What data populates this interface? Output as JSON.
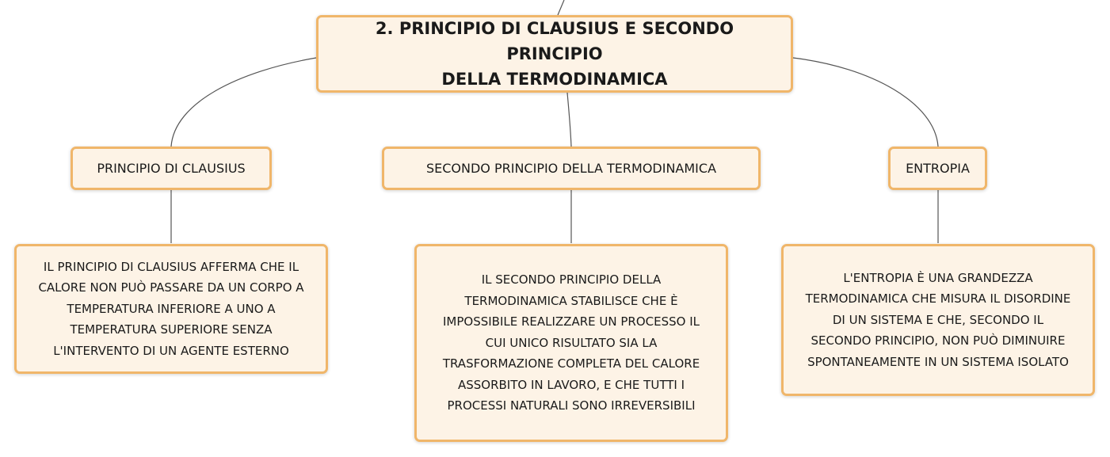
{
  "root": {
    "title": "2. PRINCIPIO DI CLAUSIUS E SECONDO PRINCIPIO\nDELLA TERMODINAMICA"
  },
  "topics": [
    {
      "label": "PRINCIPIO DI CLAUSIUS",
      "detail": "IL PRINCIPIO DI CLAUSIUS AFFERMA CHE IL\nCALORE NON PUÒ PASSARE DA UN CORPO A\nTEMPERATURA INFERIORE A UNO A\nTEMPERATURA SUPERIORE SENZA\nL'INTERVENTO DI UN AGENTE ESTERNO"
    },
    {
      "label": "SECONDO PRINCIPIO DELLA TERMODINAMICA",
      "detail": "IL SECONDO PRINCIPIO DELLA\nTERMODINAMICA STABILISCE CHE È\nIMPOSSIBILE REALIZZARE UN PROCESSO IL\nCUI UNICO RISULTATO SIA LA\nTRASFORMAZIONE COMPLETA DEL CALORE\nASSORBITO IN LAVORO, E CHE TUTTI I\nPROCESSI NATURALI SONO IRREVERSIBILI"
    },
    {
      "label": "ENTROPIA",
      "detail": "L'ENTROPIA È UNA GRANDEZZA\nTERMODINAMICA CHE MISURA IL DISORDINE\nDI UN SISTEMA E CHE, SECONDO IL\nSECONDO PRINCIPIO, NON PUÒ DIMINUIRE\nSPONTANEAMENTE IN UN SISTEMA ISOLATO"
    }
  ],
  "colors": {
    "node_fill": "#fdf3e6",
    "node_border": "#f0b66a",
    "connector": "#555555",
    "text": "#1a1a1a"
  }
}
